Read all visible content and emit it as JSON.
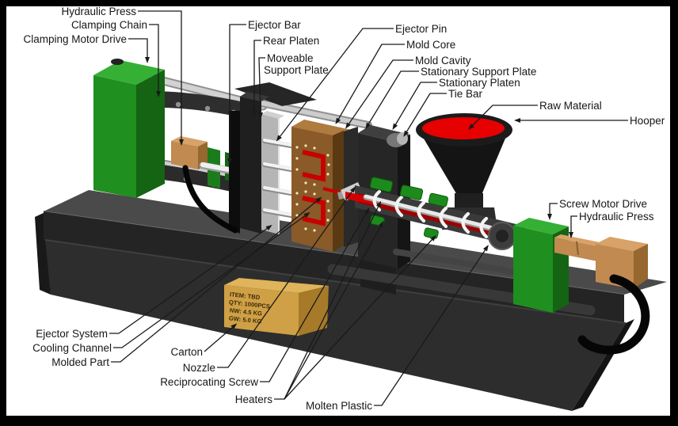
{
  "diagram": "Injection molding machine labeled diagram",
  "labels": {
    "hydraulic_press_left": "Hydraulic Press",
    "clamping_chain": "Clamping Chain",
    "clamping_motor_drive": "Clamping Motor Drive",
    "ejector_bar": "Ejector Bar",
    "rear_platen": "Rear Platen",
    "moveable_support_plate": {
      "line1": "Moveable",
      "line2": "Support Plate"
    },
    "ejector_pin": "Ejector Pin",
    "mold_core": "Mold Core",
    "mold_cavity": "Mold Cavity",
    "stationary_support_plate": "Stationary Support Plate",
    "stationary_platen": "Stationary Platen",
    "tie_bar": "Tie Bar",
    "raw_material": "Raw Material",
    "hooper": "Hooper",
    "screw_motor_drive": "Screw Motor Drive",
    "hydraulic_press_right": "Hydraulic Press",
    "ejector_system": "Ejector System",
    "cooling_channel": "Cooling Channel",
    "molded_part": "Molded Part",
    "carton": "Carton",
    "nozzle": "Nozzle",
    "reciprocating_screw": "Reciprocating Screw",
    "heaters": "Heaters",
    "molten_plastic": "Molten Plastic"
  },
  "carton_label": {
    "item": "ITEM: TBD",
    "qty": "QTY: 1000PCS",
    "nw": "NW: 4.5 KG",
    "gw": "GW: 5.0 KG"
  },
  "colors": {
    "frame": "#000000",
    "background": "#ffffff",
    "machine_green": "#1f8f1f",
    "machine_green_light": "#35b035",
    "machine_tan": "#c08a50",
    "molten_red": "#d40000",
    "hopper_red": "#e60000",
    "mold_brown": "#8a5a28",
    "base_gray": "#2d2d2d",
    "carton_tan": "#cfa045"
  }
}
